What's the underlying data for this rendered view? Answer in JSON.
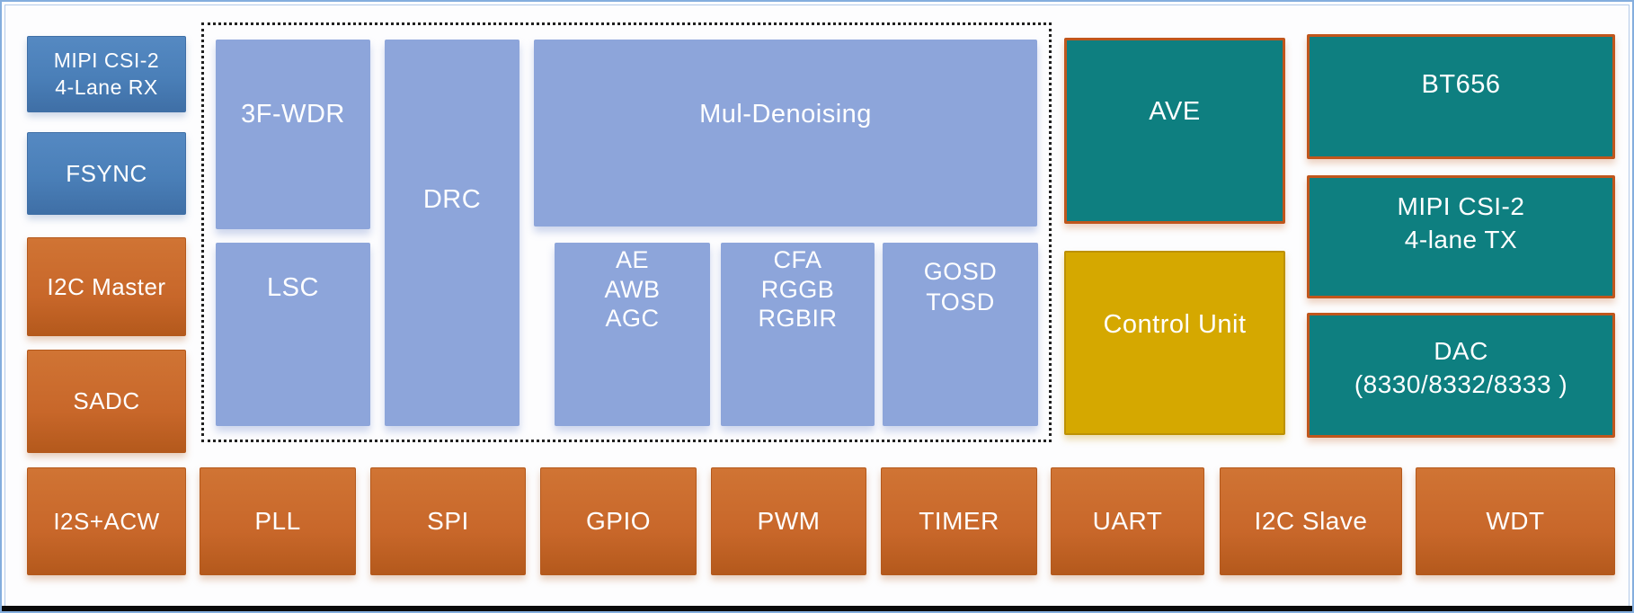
{
  "colors": {
    "block_blue": "#4a7fb8",
    "block_blue_light": "#5589c2",
    "block_blue_dark": "#3f6fa6",
    "block_orange": "#c8672a",
    "block_orange_light": "#d07434",
    "block_orange_dark": "#b4591c",
    "block_periwinkle": "#8da5da",
    "block_teal": "#0e7f80",
    "teal_border": "#c0561c",
    "block_gold": "#d5a800",
    "gold_border": "#bd9104",
    "dashed_border": "#202020",
    "frame_outer": "#84aede",
    "frame_inner": "#b3cbe9",
    "canvas_bg": "#fdfdfe",
    "bottom_bar": "#0a0a0a",
    "text": "#ffffff"
  },
  "blocks": {
    "mipi_rx": {
      "lines": [
        "MIPI CSI-2",
        "4-Lane RX"
      ]
    },
    "fsync": {
      "label": "FSYNC"
    },
    "i2c_master": {
      "label": "I2C Master"
    },
    "sadc": {
      "label": "SADC"
    },
    "i2s_acw": {
      "label": "I2S+ACW"
    },
    "wdr": {
      "label": "3F-WDR"
    },
    "lsc": {
      "label": "LSC"
    },
    "drc": {
      "label": "DRC"
    },
    "mul_denoising": {
      "label": "Mul-Denoising"
    },
    "ae": {
      "lines": [
        "AE",
        "AWB",
        "AGC"
      ]
    },
    "cfa": {
      "lines": [
        "CFA",
        "RGGB",
        "RGBIR"
      ]
    },
    "gosd": {
      "lines": [
        "GOSD",
        "TOSD"
      ]
    },
    "ave": {
      "label": "AVE"
    },
    "control_unit": {
      "label": "Control Unit"
    },
    "bt656": {
      "label": "BT656"
    },
    "mipi_tx": {
      "lines": [
        "MIPI CSI-2",
        "4-lane TX"
      ]
    },
    "dac": {
      "lines": [
        "DAC",
        "(8330/8332/8333 )"
      ]
    },
    "pll": {
      "label": "PLL"
    },
    "spi": {
      "label": "SPI"
    },
    "gpio": {
      "label": "GPIO"
    },
    "pwm": {
      "label": "PWM"
    },
    "timer": {
      "label": "TIMER"
    },
    "uart": {
      "label": "UART"
    },
    "i2c_slave": {
      "label": "I2C Slave"
    },
    "wdt": {
      "label": "WDT"
    }
  }
}
